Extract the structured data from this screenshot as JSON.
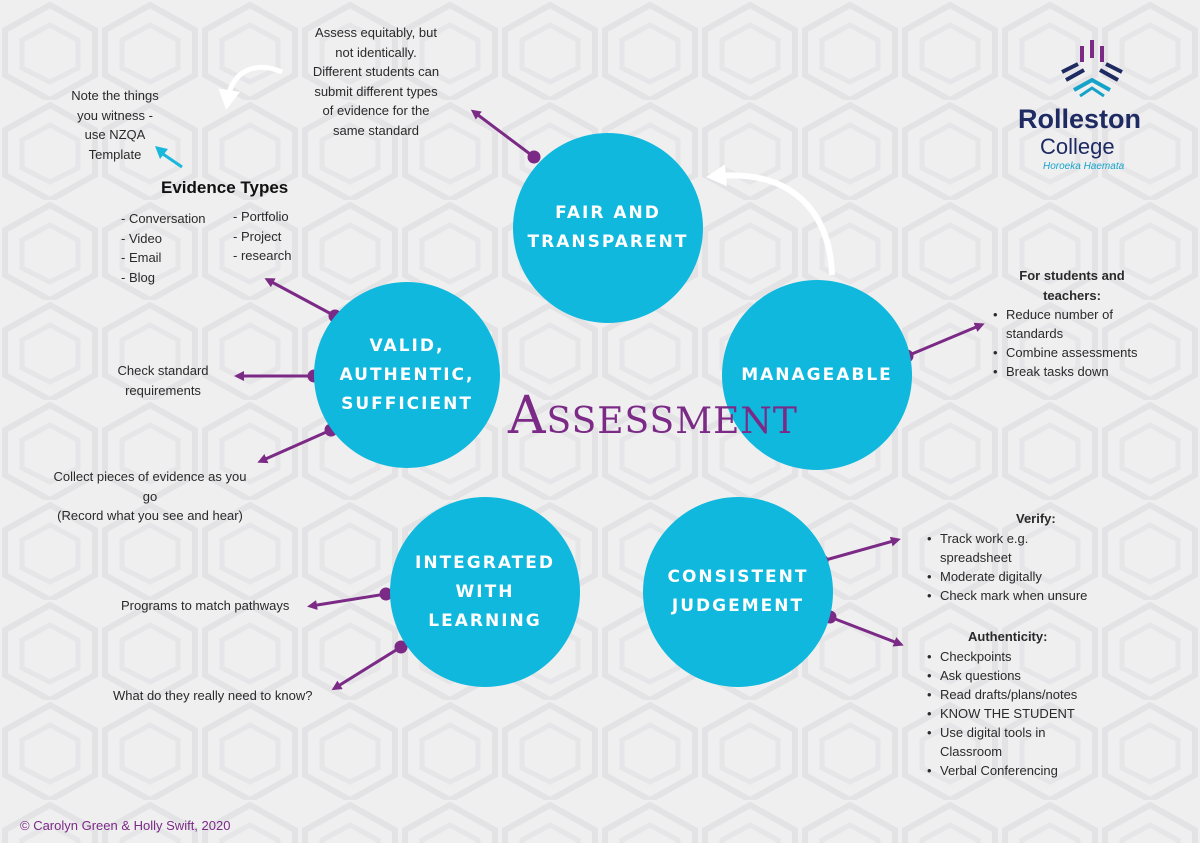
{
  "title": "Assessment",
  "circles": {
    "fair": "FAIR AND\nTRANSPARENT",
    "manageable": "MANAGEABLE",
    "valid": "VALID,\nAUTHENTIC,\nSUFFICIENT",
    "integrated": "INTEGRATED\nWITH\nLEARNING",
    "consistent": "CONSISTENT\nJUDGEMENT"
  },
  "fair_note": [
    "Assess equitably, but",
    "not identically.",
    "Different students can",
    "submit different types",
    "of evidence for the",
    "same standard"
  ],
  "witness_note": [
    "Note the things",
    "you witness -",
    "use NZQA",
    "Template"
  ],
  "evidence": {
    "heading": "Evidence Types",
    "col1": [
      "- Conversation",
      "- Video",
      "- Email",
      "- Blog"
    ],
    "col2": [
      "- Portfolio",
      "- Project",
      "- research"
    ]
  },
  "check_note": [
    "Check standard",
    "requirements"
  ],
  "collect_note": [
    "Collect pieces of evidence as you",
    "go",
    "(Record what you see and hear)"
  ],
  "programs_note": "Programs to match pathways",
  "need_note": "What do they really need to know?",
  "manageable_note": {
    "heading_1": "For students and",
    "heading_2": "teachers:",
    "items": [
      "Reduce number of standards",
      "Combine assessments",
      "Break tasks down"
    ]
  },
  "verify": {
    "heading": "Verify:",
    "items": [
      "Track work e.g. spreadsheet",
      "Moderate digitally",
      "Check mark when unsure"
    ]
  },
  "authenticity": {
    "heading": "Authenticity:",
    "items": [
      "Checkpoints",
      "Ask questions",
      "Read drafts/plans/notes",
      "KNOW THE STUDENT",
      "Use digital tools in Classroom",
      "Verbal Conferencing"
    ]
  },
  "logo": {
    "name": "Rolleston",
    "sub": "College",
    "motto": "Horoeka Haemata"
  },
  "copyright": "© Carolyn Green & Holly Swift, 2020",
  "colors": {
    "circle": "#0fb8dc",
    "accent": "#7b2a86",
    "background": "#efeff0",
    "logo_navy": "#1e2a62"
  }
}
